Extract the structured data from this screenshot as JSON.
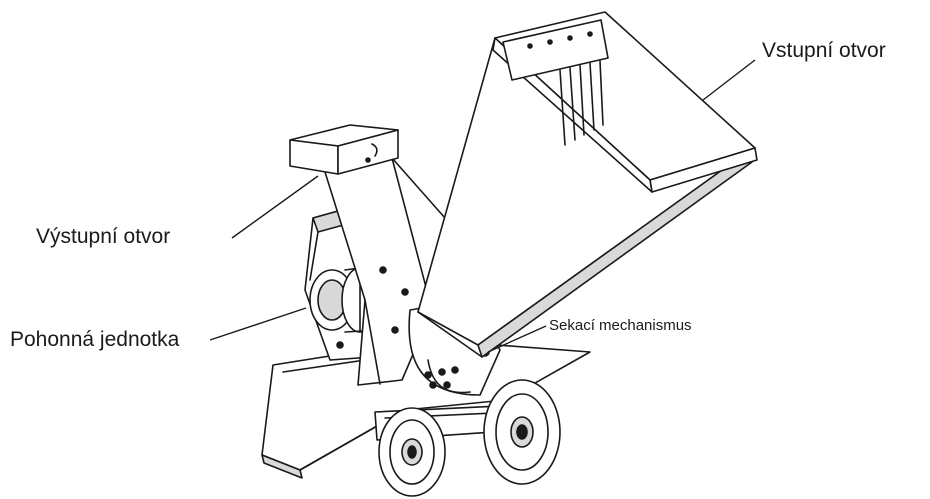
{
  "labels": {
    "inlet": "Vstupní otvor",
    "outlet": "Výstupní otvor",
    "drive_unit": "Pohonná jednotka",
    "cutting_mechanism": "Sekací mechanismus"
  },
  "colors": {
    "stroke": "#1a1a1a",
    "fill": "#ffffff",
    "shade": "#d9d9d9"
  }
}
